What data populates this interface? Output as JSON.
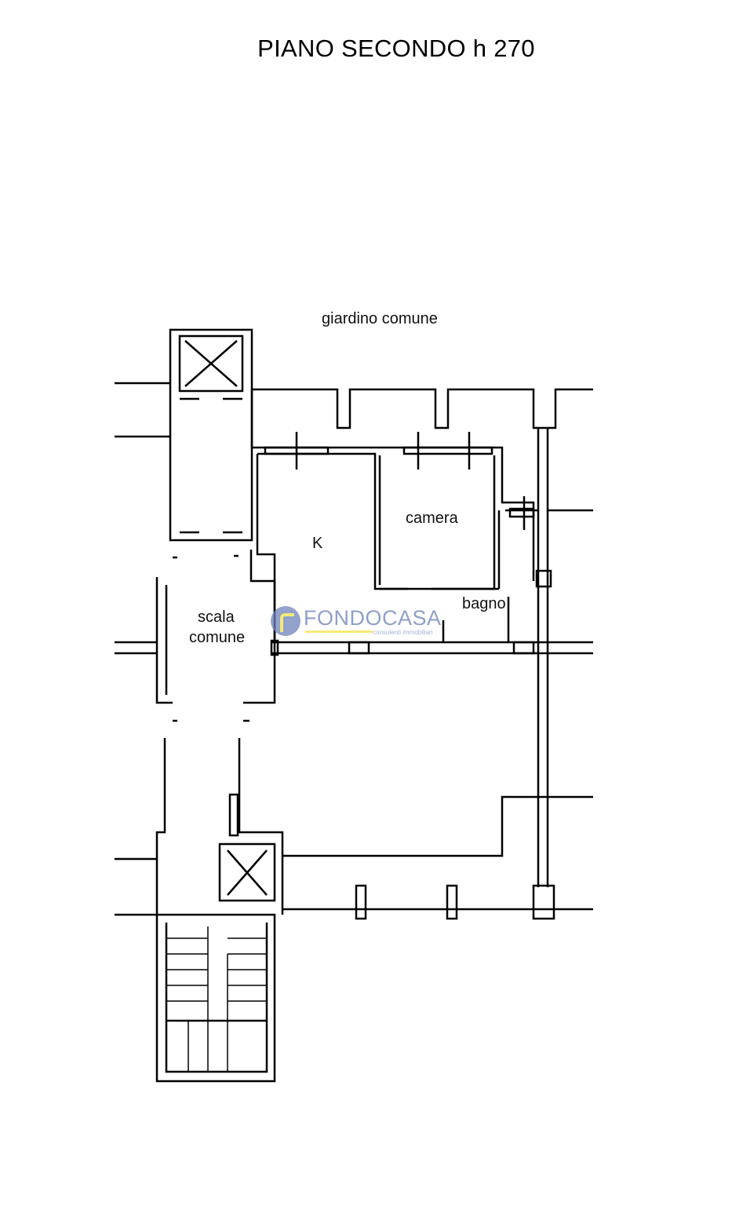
{
  "title": "PIANO SECONDO h 270",
  "rooms": {
    "garden": "giardino comune",
    "kitchen": "K",
    "bedroom": "camera",
    "bathroom": "bagno",
    "stair_line1": "scala",
    "stair_line2": "comune"
  },
  "watermark": {
    "name": "FONDOCASA",
    "tagline": "consulenti immobiliari"
  },
  "colors": {
    "wall": "#000000",
    "logo_blue": "#6e83bd",
    "logo_yellow": "#f1e34a"
  }
}
